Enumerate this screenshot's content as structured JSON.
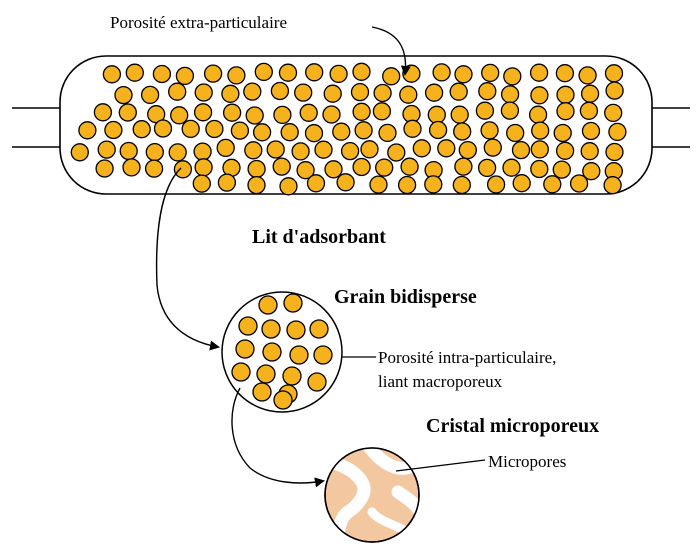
{
  "labels": {
    "extra_porosity": "Porosité extra-particulaire",
    "bed_title": "Lit d'adsorbant",
    "grain_title": "Grain bidisperse",
    "intra_porosity_line1": "Porosité intra-particulaire,",
    "intra_porosity_line2": "liant macroporeux",
    "crystal_title": "Cristal microporeux",
    "micropores": "Micropores"
  },
  "colors": {
    "particle_fill": "#F5B21C",
    "particle_stroke": "#000000",
    "crystal_fill": "#F3C8A1",
    "pore_fill": "#FFFFFF",
    "line": "#000000"
  }
}
